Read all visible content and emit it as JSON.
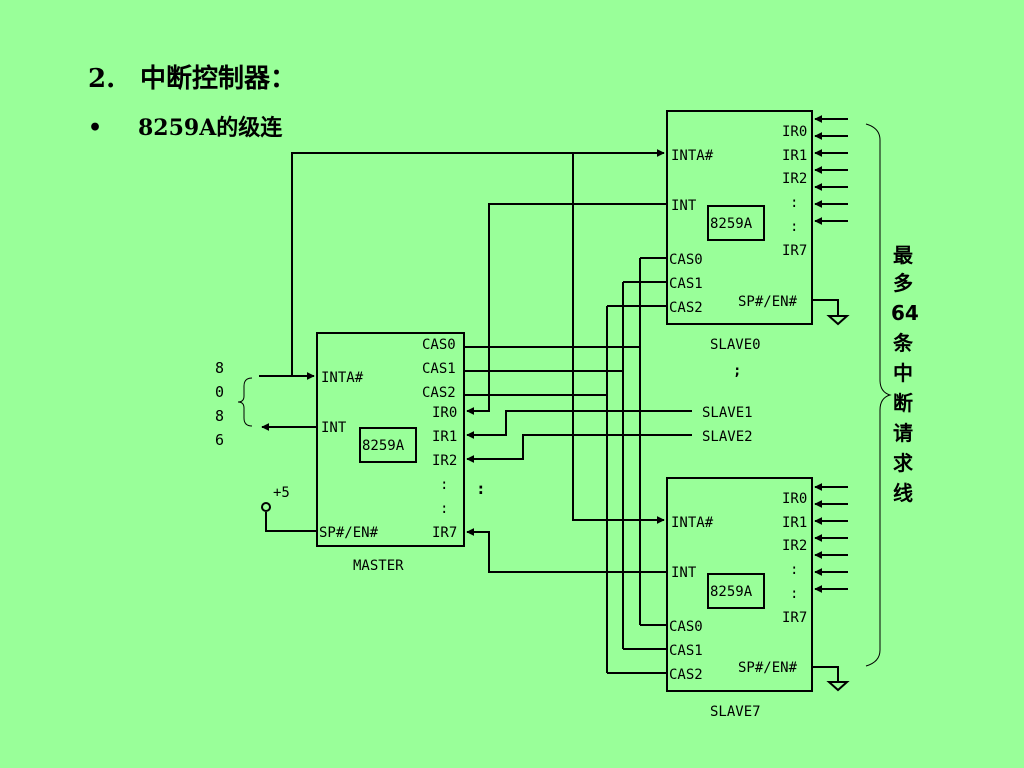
{
  "heading": {
    "number": "2.",
    "text": "中断控制器："
  },
  "bullet": {
    "symbol": "•",
    "text": "8259A的级连"
  },
  "cpu_label": [
    "8",
    "0",
    "8",
    "6"
  ],
  "master": {
    "name": "MASTER",
    "chip": "8259A",
    "pins_left": [
      "INTA#",
      "INT",
      "SP#/EN#"
    ],
    "pins_right": [
      "CAS0",
      "CAS1",
      "CAS2",
      "IR0",
      "IR1",
      "IR2",
      ":",
      ":",
      "IR7"
    ],
    "vcc": "+5"
  },
  "slave0": {
    "name": "SLAVE0",
    "chip": "8259A",
    "pins_left": [
      "INTA#",
      "INT",
      "CAS0",
      "CAS1",
      "CAS2"
    ],
    "pins_right": [
      "IR0",
      "IR1",
      "IR2",
      ":",
      ":",
      "IR7",
      "SP#/EN#"
    ]
  },
  "slave7": {
    "name": "SLAVE7",
    "chip": "8259A",
    "pins_left": [
      "INTA#",
      "INT",
      "CAS0",
      "CAS1",
      "CAS2"
    ],
    "pins_right": [
      "IR0",
      "IR1",
      "IR2",
      ":",
      ":",
      "IR7",
      "SP#/EN#"
    ]
  },
  "links": {
    "slave1": "SLAVE1",
    "slave2": "SLAVE2",
    "ellipsis": ";",
    "ir_dots": ":"
  },
  "side_label": [
    "最",
    "多",
    "64",
    "条",
    "中",
    "断",
    "请",
    "求",
    "线"
  ]
}
